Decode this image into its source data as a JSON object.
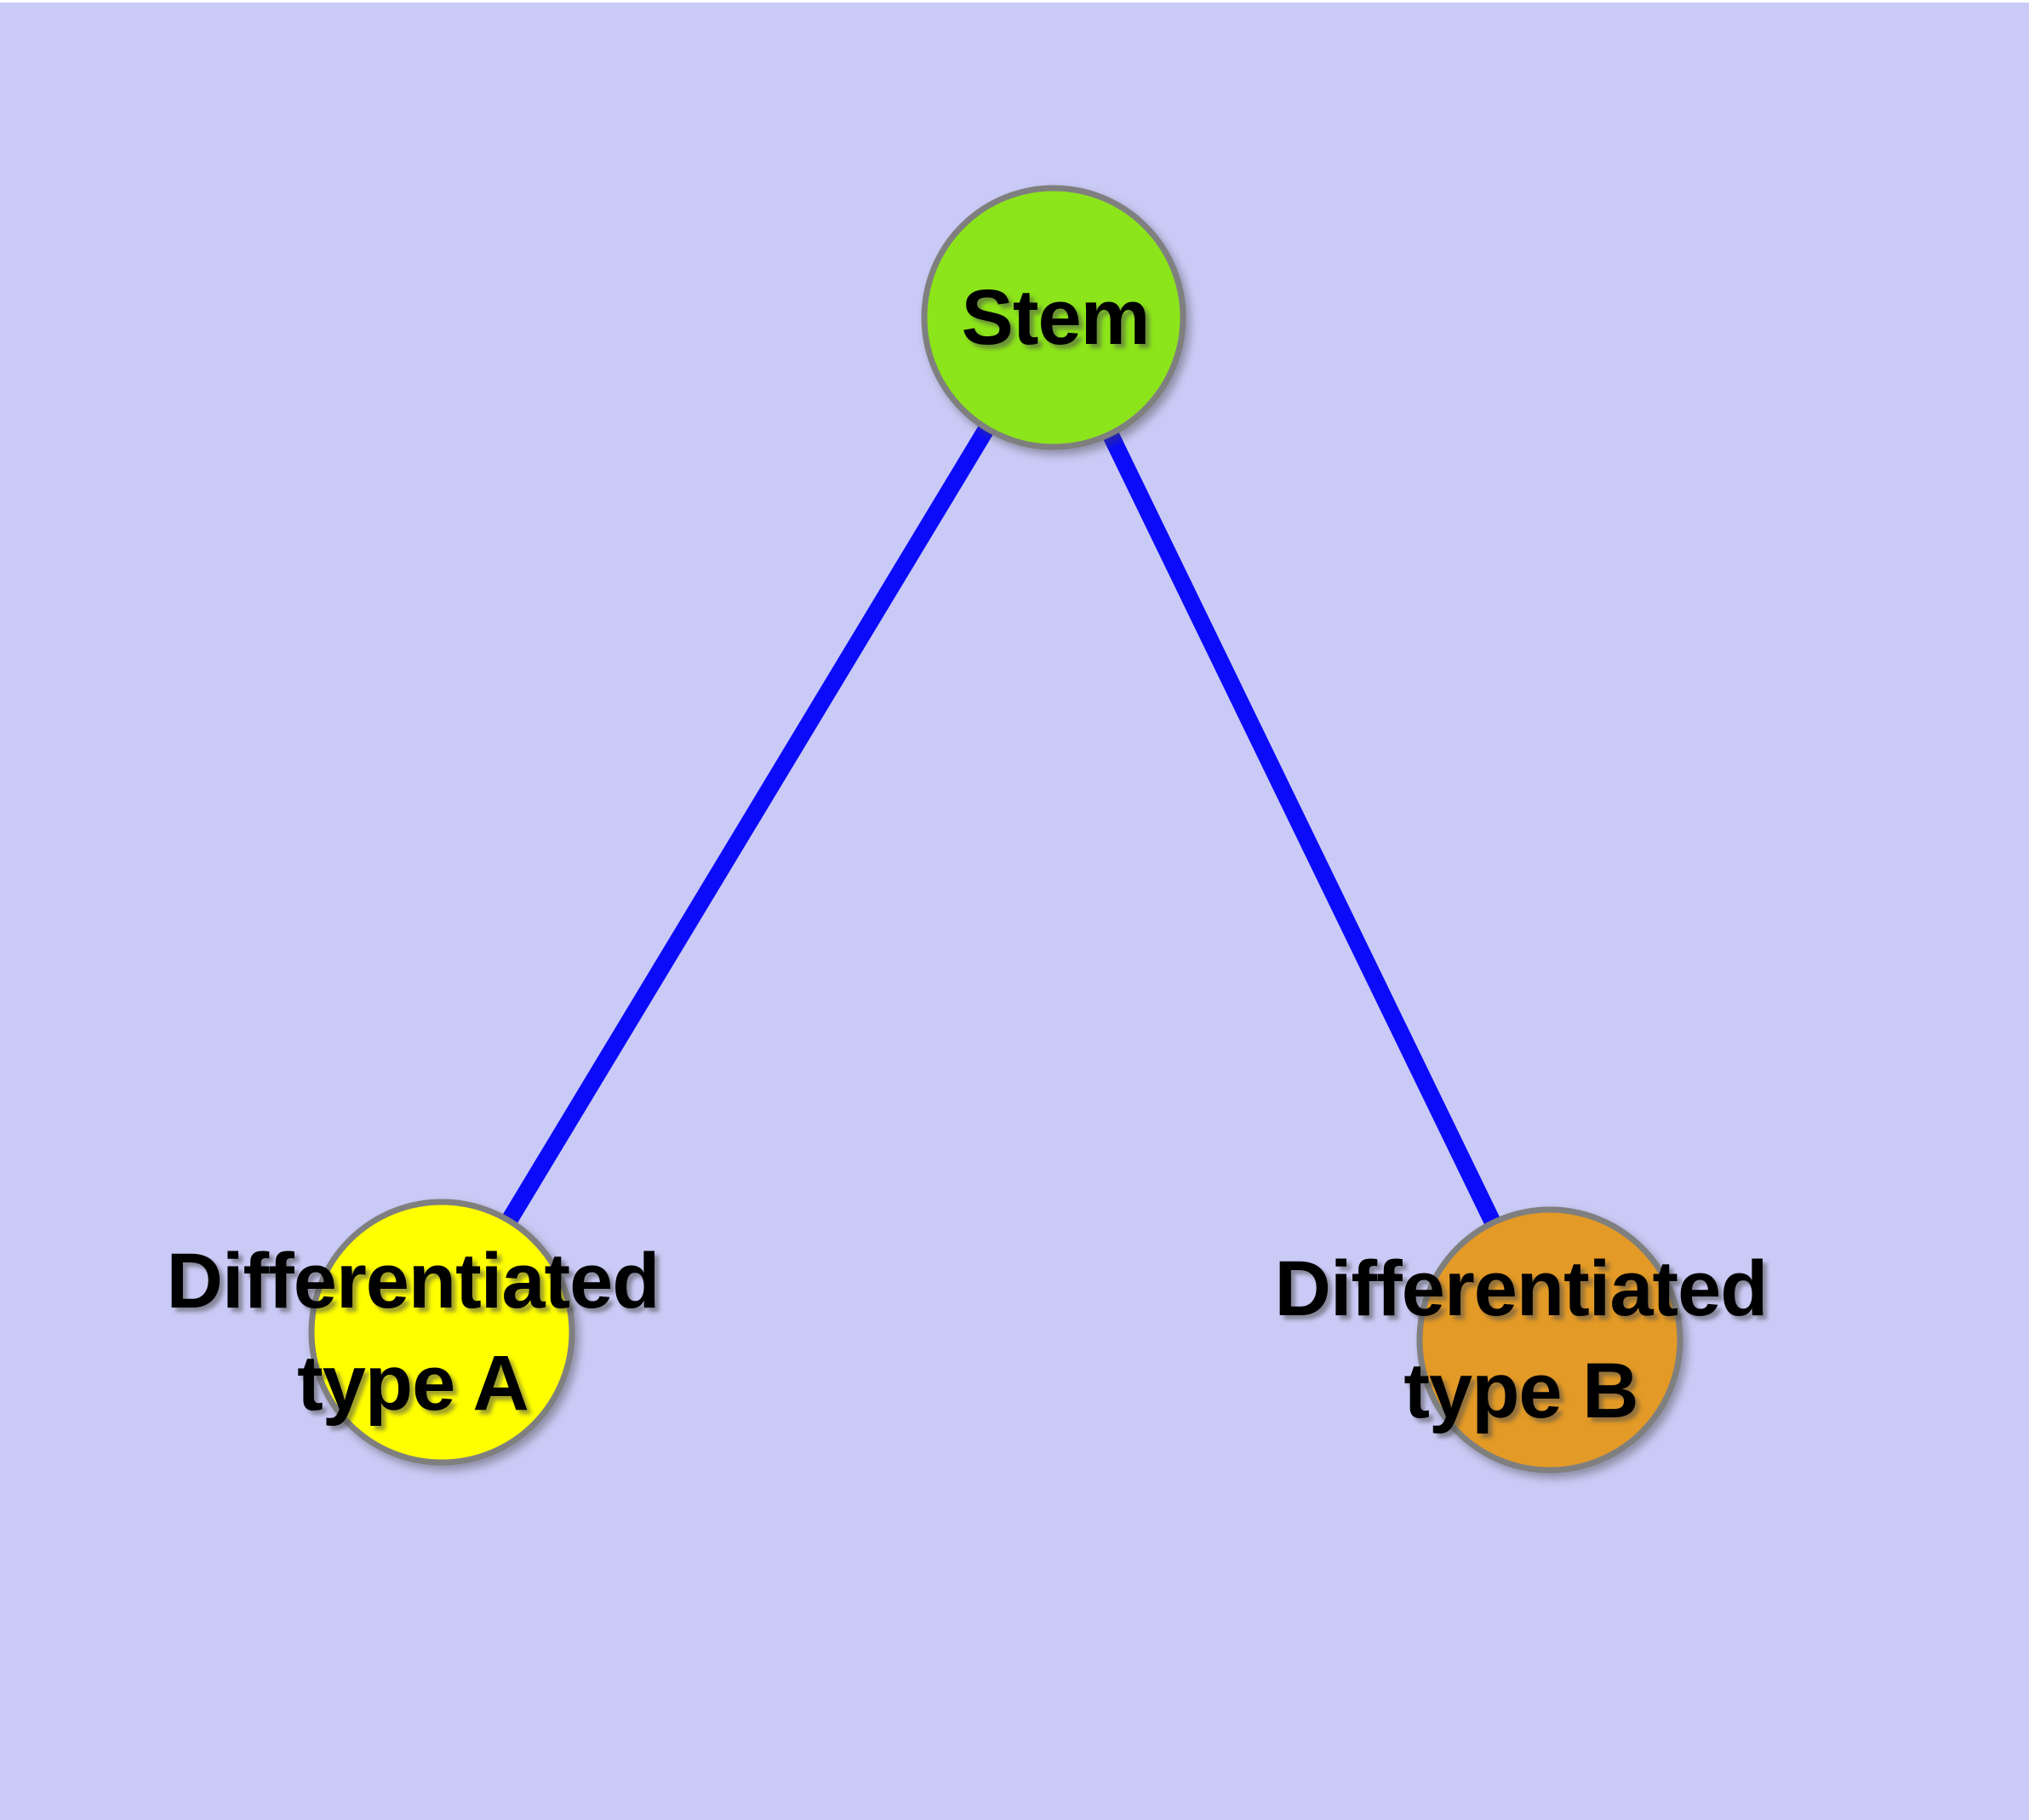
{
  "diagram": {
    "type": "node-link-graph",
    "description": "Stem cell differentiation graph: one stem node connected to two differentiated cell type nodes",
    "background_color": "#CACAF6",
    "top_strip_color": "#FFFFFF",
    "edge_color": "#0B0BFA",
    "node_border_color": "#7F7F7F",
    "label_color": "#000000",
    "nodes": [
      {
        "id": "stem",
        "label": "Stem",
        "fill": "#8CE51A"
      },
      {
        "id": "typeA",
        "label": "Differentiated\ntype A",
        "fill": "#FFFF00"
      },
      {
        "id": "typeB",
        "label": "Differentiated\ntype B",
        "fill": "#E39A26"
      }
    ],
    "edges": [
      {
        "from": "stem",
        "to": "typeA"
      },
      {
        "from": "stem",
        "to": "typeB"
      }
    ]
  }
}
